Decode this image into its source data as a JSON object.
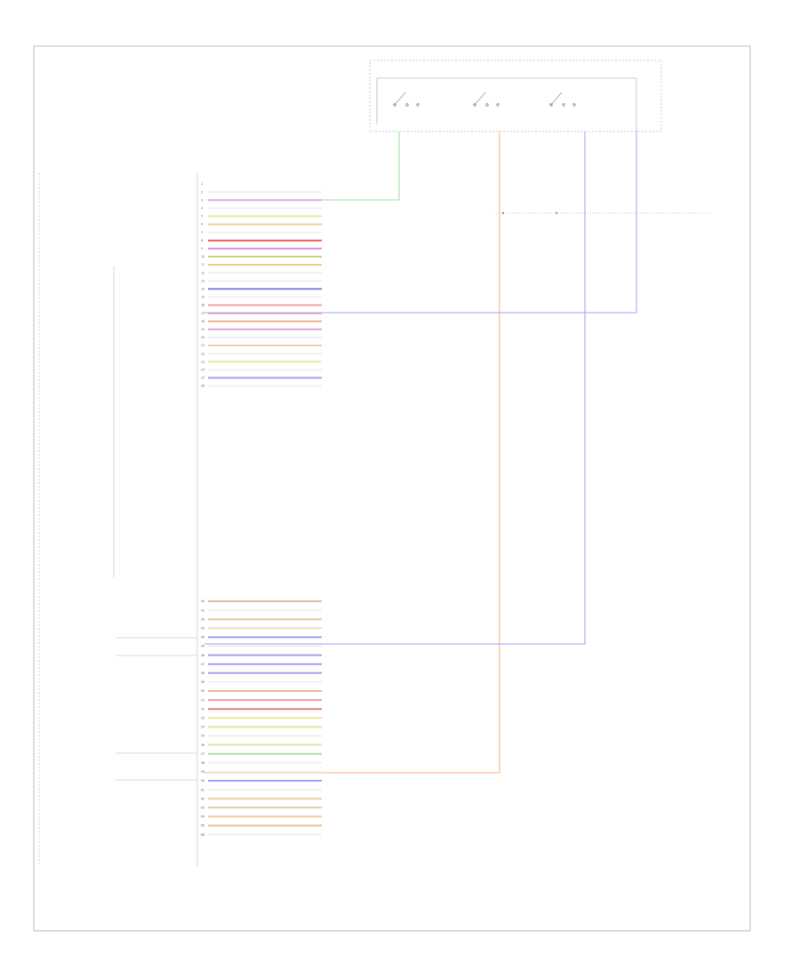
{
  "figure": {
    "page_label": "",
    "ground_label": "",
    "module_title": "",
    "ignition_switch_title": "",
    "connector_labels": [
      "",
      "",
      ""
    ]
  },
  "wiring": {
    "rows": [
      {
        "pin": "1",
        "label": "",
        "circuit": "",
        "color": "",
        "wire_color": "#ffffff",
        "dest": ""
      },
      {
        "pin": "2",
        "label": "",
        "circuit": "",
        "color": "",
        "wire_color": "#f0f0f0",
        "dest": ""
      },
      {
        "pin": "3",
        "label": "",
        "circuit": "",
        "color": "",
        "wire_color": "#e8a0e8",
        "dest": ""
      },
      {
        "pin": "4",
        "label": "",
        "circuit": "",
        "color": "",
        "wire_color": "#f0f0f0",
        "dest": ""
      },
      {
        "pin": "5",
        "label": "",
        "circuit": "",
        "color": "",
        "wire_color": "#e8e8a0",
        "dest": ""
      },
      {
        "pin": "6",
        "label": "",
        "circuit": "",
        "color": "",
        "wire_color": "#e8d0a0",
        "dest": ""
      },
      {
        "pin": "7",
        "label": "",
        "circuit": "",
        "color": "",
        "wire_color": "#f0f0f0",
        "dest": ""
      },
      {
        "pin": "8",
        "label": "",
        "circuit": "",
        "color": "",
        "wire_color": "#e06060",
        "dest": ""
      },
      {
        "pin": "9",
        "label": "",
        "circuit": "",
        "color": "",
        "wire_color": "#d090e0",
        "dest": ""
      },
      {
        "pin": "10",
        "label": "",
        "circuit": "",
        "color": "",
        "wire_color": "#c0d090",
        "dest": ""
      },
      {
        "pin": "11",
        "label": "",
        "circuit": "",
        "color": "",
        "wire_color": "#e0d090",
        "dest": ""
      },
      {
        "pin": "12",
        "label": "",
        "circuit": "",
        "color": "",
        "wire_color": "#f0f0f0",
        "dest": ""
      },
      {
        "pin": "13",
        "label": "",
        "circuit": "",
        "color": "",
        "wire_color": "#f0f0f0",
        "dest": ""
      },
      {
        "pin": "14",
        "label": "",
        "circuit": "",
        "color": "",
        "wire_color": "#8080e0",
        "dest": ""
      },
      {
        "pin": "15",
        "label": "",
        "circuit": "",
        "color": "",
        "wire_color": "#f0f0f0",
        "dest": ""
      },
      {
        "pin": "16",
        "label": "",
        "circuit": "",
        "color": "",
        "wire_color": "#f0a0a0",
        "dest": ""
      },
      {
        "pin": "17",
        "label": "",
        "circuit": "",
        "color": "",
        "wire_color": "#d0a0d0",
        "dest": ""
      },
      {
        "pin": "18",
        "label": "",
        "circuit": "",
        "color": "",
        "wire_color": "#f0b080",
        "dest": ""
      },
      {
        "pin": "19",
        "label": "",
        "circuit": "",
        "color": "",
        "wire_color": "#e0a0e0",
        "dest": ""
      },
      {
        "pin": "20",
        "label": "",
        "circuit": "",
        "color": "",
        "wire_color": "#f0f0f0",
        "dest": ""
      },
      {
        "pin": "21",
        "label": "",
        "circuit": "",
        "color": "",
        "wire_color": "#f0d0a0",
        "dest": ""
      },
      {
        "pin": "22",
        "label": "",
        "circuit": "",
        "color": "",
        "wire_color": "#f0f0f0",
        "dest": ""
      },
      {
        "pin": "23",
        "label": "",
        "circuit": "",
        "color": "",
        "wire_color": "#e8e8a0",
        "dest": ""
      },
      {
        "pin": "24",
        "label": "",
        "circuit": "",
        "color": "",
        "wire_color": "#f0f0f0",
        "dest": ""
      },
      {
        "pin": "25",
        "label": "",
        "circuit": "",
        "color": "",
        "wire_color": "#a0a0f0",
        "dest": ""
      },
      {
        "pin": "26",
        "label": "",
        "circuit": "",
        "color": "",
        "wire_color": "#f0f0f0",
        "dest": ""
      }
    ],
    "lower_rows": [
      {
        "pin": "40",
        "label": "",
        "circuit": "",
        "color": "",
        "wire_color": "#e0c090",
        "dest": ""
      },
      {
        "pin": "41",
        "label": "",
        "circuit": "",
        "color": "",
        "wire_color": "#f0f0f0",
        "dest": ""
      },
      {
        "pin": "42",
        "label": "",
        "circuit": "",
        "color": "",
        "wire_color": "#e0d0a0",
        "dest": ""
      },
      {
        "pin": "43",
        "label": "",
        "circuit": "",
        "color": "",
        "wire_color": "#f0e0c0",
        "dest": ""
      },
      {
        "pin": "44",
        "label": "",
        "circuit": "",
        "color": "",
        "wire_color": "#a0a0f0",
        "dest": ""
      },
      {
        "pin": "45",
        "label": "",
        "circuit": "",
        "color": "",
        "wire_color": "#f0f0f0",
        "dest": ""
      },
      {
        "pin": "46",
        "label": "",
        "circuit": "",
        "color": "",
        "wire_color": "#a0a0f0",
        "dest": ""
      },
      {
        "pin": "47",
        "label": "",
        "circuit": "",
        "color": "",
        "wire_color": "#a0a0f0",
        "dest": ""
      },
      {
        "pin": "48",
        "label": "",
        "circuit": "",
        "color": "",
        "wire_color": "#a0a0f0",
        "dest": ""
      },
      {
        "pin": "49",
        "label": "",
        "circuit": "",
        "color": "",
        "wire_color": "#f0f0f0",
        "dest": ""
      },
      {
        "pin": "50",
        "label": "",
        "circuit": "",
        "color": "",
        "wire_color": "#e0c0a0",
        "dest": ""
      },
      {
        "pin": "51",
        "label": "",
        "circuit": "",
        "color": "",
        "wire_color": "#f0a0a0",
        "dest": ""
      },
      {
        "pin": "52",
        "label": "",
        "circuit": "",
        "color": "",
        "wire_color": "#e08080",
        "dest": ""
      },
      {
        "pin": "53",
        "label": "",
        "circuit": "",
        "color": "",
        "wire_color": "#f0e0a0",
        "dest": ""
      },
      {
        "pin": "54",
        "label": "",
        "circuit": "",
        "color": "",
        "wire_color": "#e8e0a0",
        "dest": ""
      },
      {
        "pin": "55",
        "label": "",
        "circuit": "",
        "color": "",
        "wire_color": "#f0f0e0",
        "dest": ""
      },
      {
        "pin": "56",
        "label": "",
        "circuit": "",
        "color": "",
        "wire_color": "#e8e0b0",
        "dest": ""
      },
      {
        "pin": "57",
        "label": "",
        "circuit": "",
        "color": "",
        "wire_color": "#b0e0a0",
        "dest": ""
      },
      {
        "pin": "58",
        "label": "",
        "circuit": "",
        "color": "",
        "wire_color": "#f0f0f0",
        "dest": ""
      },
      {
        "pin": "59",
        "label": "",
        "circuit": "",
        "color": "",
        "wire_color": "#f0f0f0",
        "dest": ""
      },
      {
        "pin": "60",
        "label": "",
        "circuit": "",
        "color": "",
        "wire_color": "#a0a0f0",
        "dest": ""
      },
      {
        "pin": "61",
        "label": "",
        "circuit": "",
        "color": "",
        "wire_color": "#f0f0f0",
        "dest": ""
      },
      {
        "pin": "62",
        "label": "",
        "circuit": "",
        "color": "",
        "wire_color": "#e0d0a0",
        "dest": ""
      },
      {
        "pin": "63",
        "label": "",
        "circuit": "",
        "color": "",
        "wire_color": "#e0d0a0",
        "dest": ""
      },
      {
        "pin": "64",
        "label": "",
        "circuit": "",
        "color": "",
        "wire_color": "#e8d0a0",
        "dest": ""
      },
      {
        "pin": "65",
        "label": "",
        "circuit": "",
        "color": "",
        "wire_color": "#e8c890",
        "dest": ""
      },
      {
        "pin": "66",
        "label": "",
        "circuit": "",
        "color": "",
        "wire_color": "#f0f0f0",
        "dest": ""
      }
    ]
  },
  "feeds": [
    {
      "name": "green-feed",
      "color": "#9ee09e"
    },
    {
      "name": "orange-feed",
      "color": "#f0b080"
    },
    {
      "name": "blue-feed-a",
      "color": "#a0a0f0"
    },
    {
      "name": "blue-feed-b",
      "color": "#a0a0f0"
    }
  ]
}
